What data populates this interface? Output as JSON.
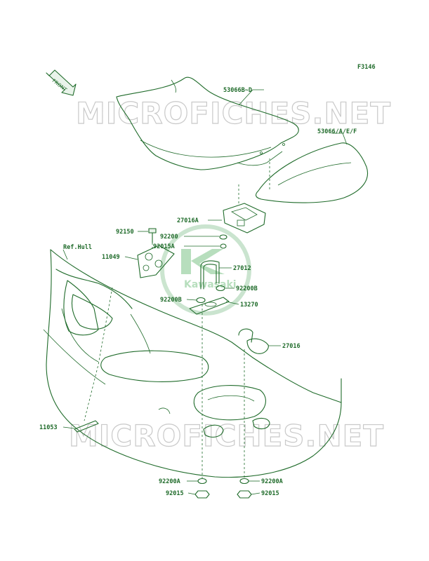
{
  "figure_code": "F3146",
  "front_arrow_label": "FRONT",
  "watermark_text": "MICROFICHES.NET",
  "logo_text": "Kawasaki",
  "ref_label": "Ref.Hull",
  "parts": {
    "seat_rear": "53066B~D",
    "seat_front": "53066/A/E/F",
    "latch": "27016A",
    "washer_a": "92200",
    "nut_a": "92015A",
    "bolt": "92150",
    "bracket": "11049",
    "u_bolt": "27012",
    "washer_b_right": "92200B",
    "washer_b_left": "92200B",
    "plate": "13270",
    "striker": "27016",
    "strap": "11053",
    "washer_c_left": "92200A",
    "washer_c_right": "92200A",
    "nut_left": "92015",
    "nut_right": "92015"
  },
  "colors": {
    "line": "#1f6b2a",
    "watermark": "#c9c9c9",
    "logo": "#9fd4a8"
  }
}
